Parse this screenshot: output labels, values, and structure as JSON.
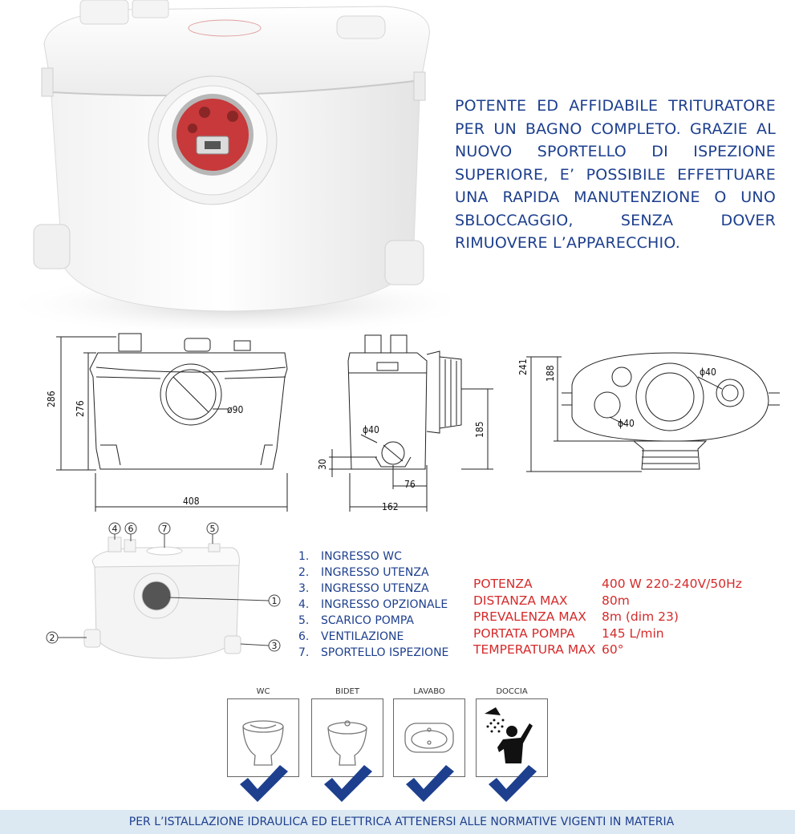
{
  "intro_text": "POTENTE ED AFFIDABILE TRITURATORE PER UN BAGNO COMPLETO. GRAZIE AL NUOVO SPORTELLO DI ISPEZIONE SUPERIORE, E’ POSSIBILE EFFETTUARE UNA RAPIDA MANUTENZIONE O UNO SBLOCCAGGIO, SENZA DOVER RIMUOVERE L’APPARECCHIO.",
  "dimensions": {
    "front": {
      "height_total": "286",
      "height_body": "276",
      "width": "408",
      "inlet_diameter": "ø90"
    },
    "side": {
      "outlet_diameter": "ϕ40",
      "outlet_height": "30",
      "outlet_offset": "76",
      "depth": "162",
      "inlet_height": "185"
    },
    "top": {
      "height_total": "241",
      "height_body": "188",
      "port_a": "ϕ40",
      "port_b": "ϕ40"
    }
  },
  "parts": {
    "callouts": [
      "4",
      "6",
      "7",
      "5",
      "1",
      "2",
      "3"
    ],
    "list": [
      {
        "num": "1.",
        "label": "INGRESSO WC"
      },
      {
        "num": "2.",
        "label": "INGRESSO UTENZA"
      },
      {
        "num": "3.",
        "label": "INGRESSO UTENZA"
      },
      {
        "num": "4.",
        "label": "INGRESSO OPZIONALE"
      },
      {
        "num": "5.",
        "label": "SCARICO POMPA"
      },
      {
        "num": "6.",
        "label": "VENTILAZIONE"
      },
      {
        "num": "7.",
        "label": "SPORTELLO ISPEZIONE"
      }
    ]
  },
  "specs": [
    {
      "key": "POTENZA",
      "value": "400 W   220-240V/50Hz"
    },
    {
      "key": "DISTANZA MAX",
      "value": "80m"
    },
    {
      "key": "PREVALENZA MAX",
      "value": "8m (dim 23)"
    },
    {
      "key": "PORTATA POMPA",
      "value": "145 L/min"
    },
    {
      "key": "TEMPERATURA MAX",
      "value": "60°"
    }
  ],
  "fixtures": [
    {
      "label": "WC",
      "icon": "toilet-icon"
    },
    {
      "label": "BIDET",
      "icon": "bidet-icon"
    },
    {
      "label": "LAVABO",
      "icon": "washbasin-icon"
    },
    {
      "label": "DOCCIA",
      "icon": "shower-icon"
    }
  ],
  "colors": {
    "brand_blue": "#1d3f8e",
    "spec_red": "#d52b2b",
    "check_blue": "#1d3f8e"
  },
  "footer_text": "PER L’ISTALLAZIONE IDRAULICA ED ELETTRICA ATTENERSI ALLE NORMATIVE VIGENTI IN MATERIA"
}
